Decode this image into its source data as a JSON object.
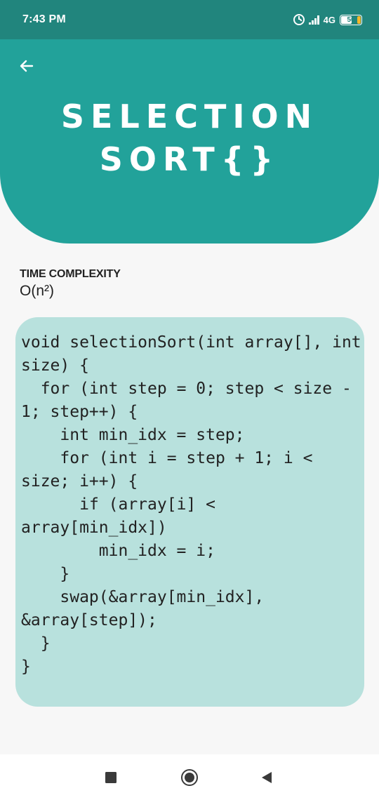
{
  "status_bar": {
    "time": "7:43 PM",
    "network": "4G",
    "battery": "50",
    "icons": [
      "alarm-icon",
      "signal-icon",
      "battery-icon"
    ]
  },
  "header": {
    "back_icon": "arrow-left-icon",
    "title": "SELECTION SORT{}"
  },
  "complexity": {
    "label": "TIME COMPLEXITY",
    "value": "O(n²)"
  },
  "code": {
    "text": "void selectionSort(int array[], int size) {\n  for (int step = 0; step < size - 1; step++) {\n    int min_idx = step;\n    for (int i = step + 1; i < size; i++) {\n      if (array[i] < array[min_idx])\n        min_idx = i;\n    }\n    swap(&array[min_idx], &array[step]);\n  }\n}"
  },
  "nav_bar": {
    "buttons": [
      "recent-apps-icon",
      "home-icon",
      "back-triangle-icon"
    ]
  },
  "colors": {
    "status_bar": "#21857d",
    "header": "#22a29a",
    "code_card": "#b8e1dd",
    "background": "#f7f7f7"
  }
}
